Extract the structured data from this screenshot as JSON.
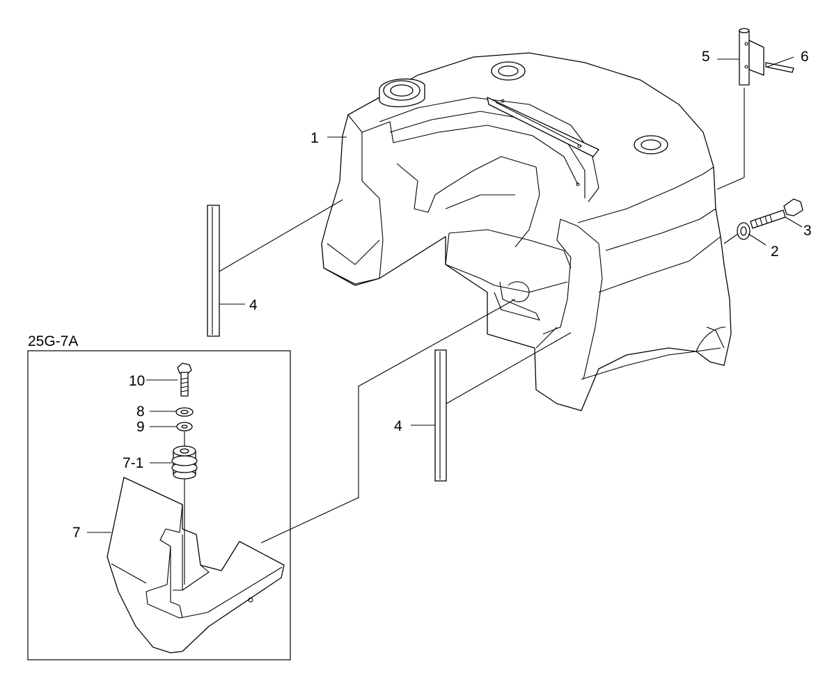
{
  "inset": {
    "title": "25G-7A"
  },
  "callouts": {
    "p1": "1",
    "p2": "2",
    "p3": "3",
    "p4a": "4",
    "p4b": "4",
    "p5": "5",
    "p6": "6",
    "p7": "7",
    "p7_1": "7-1",
    "p8": "8",
    "p9": "9",
    "p10": "10"
  },
  "colors": {
    "line": "#000000",
    "background": "#ffffff"
  }
}
